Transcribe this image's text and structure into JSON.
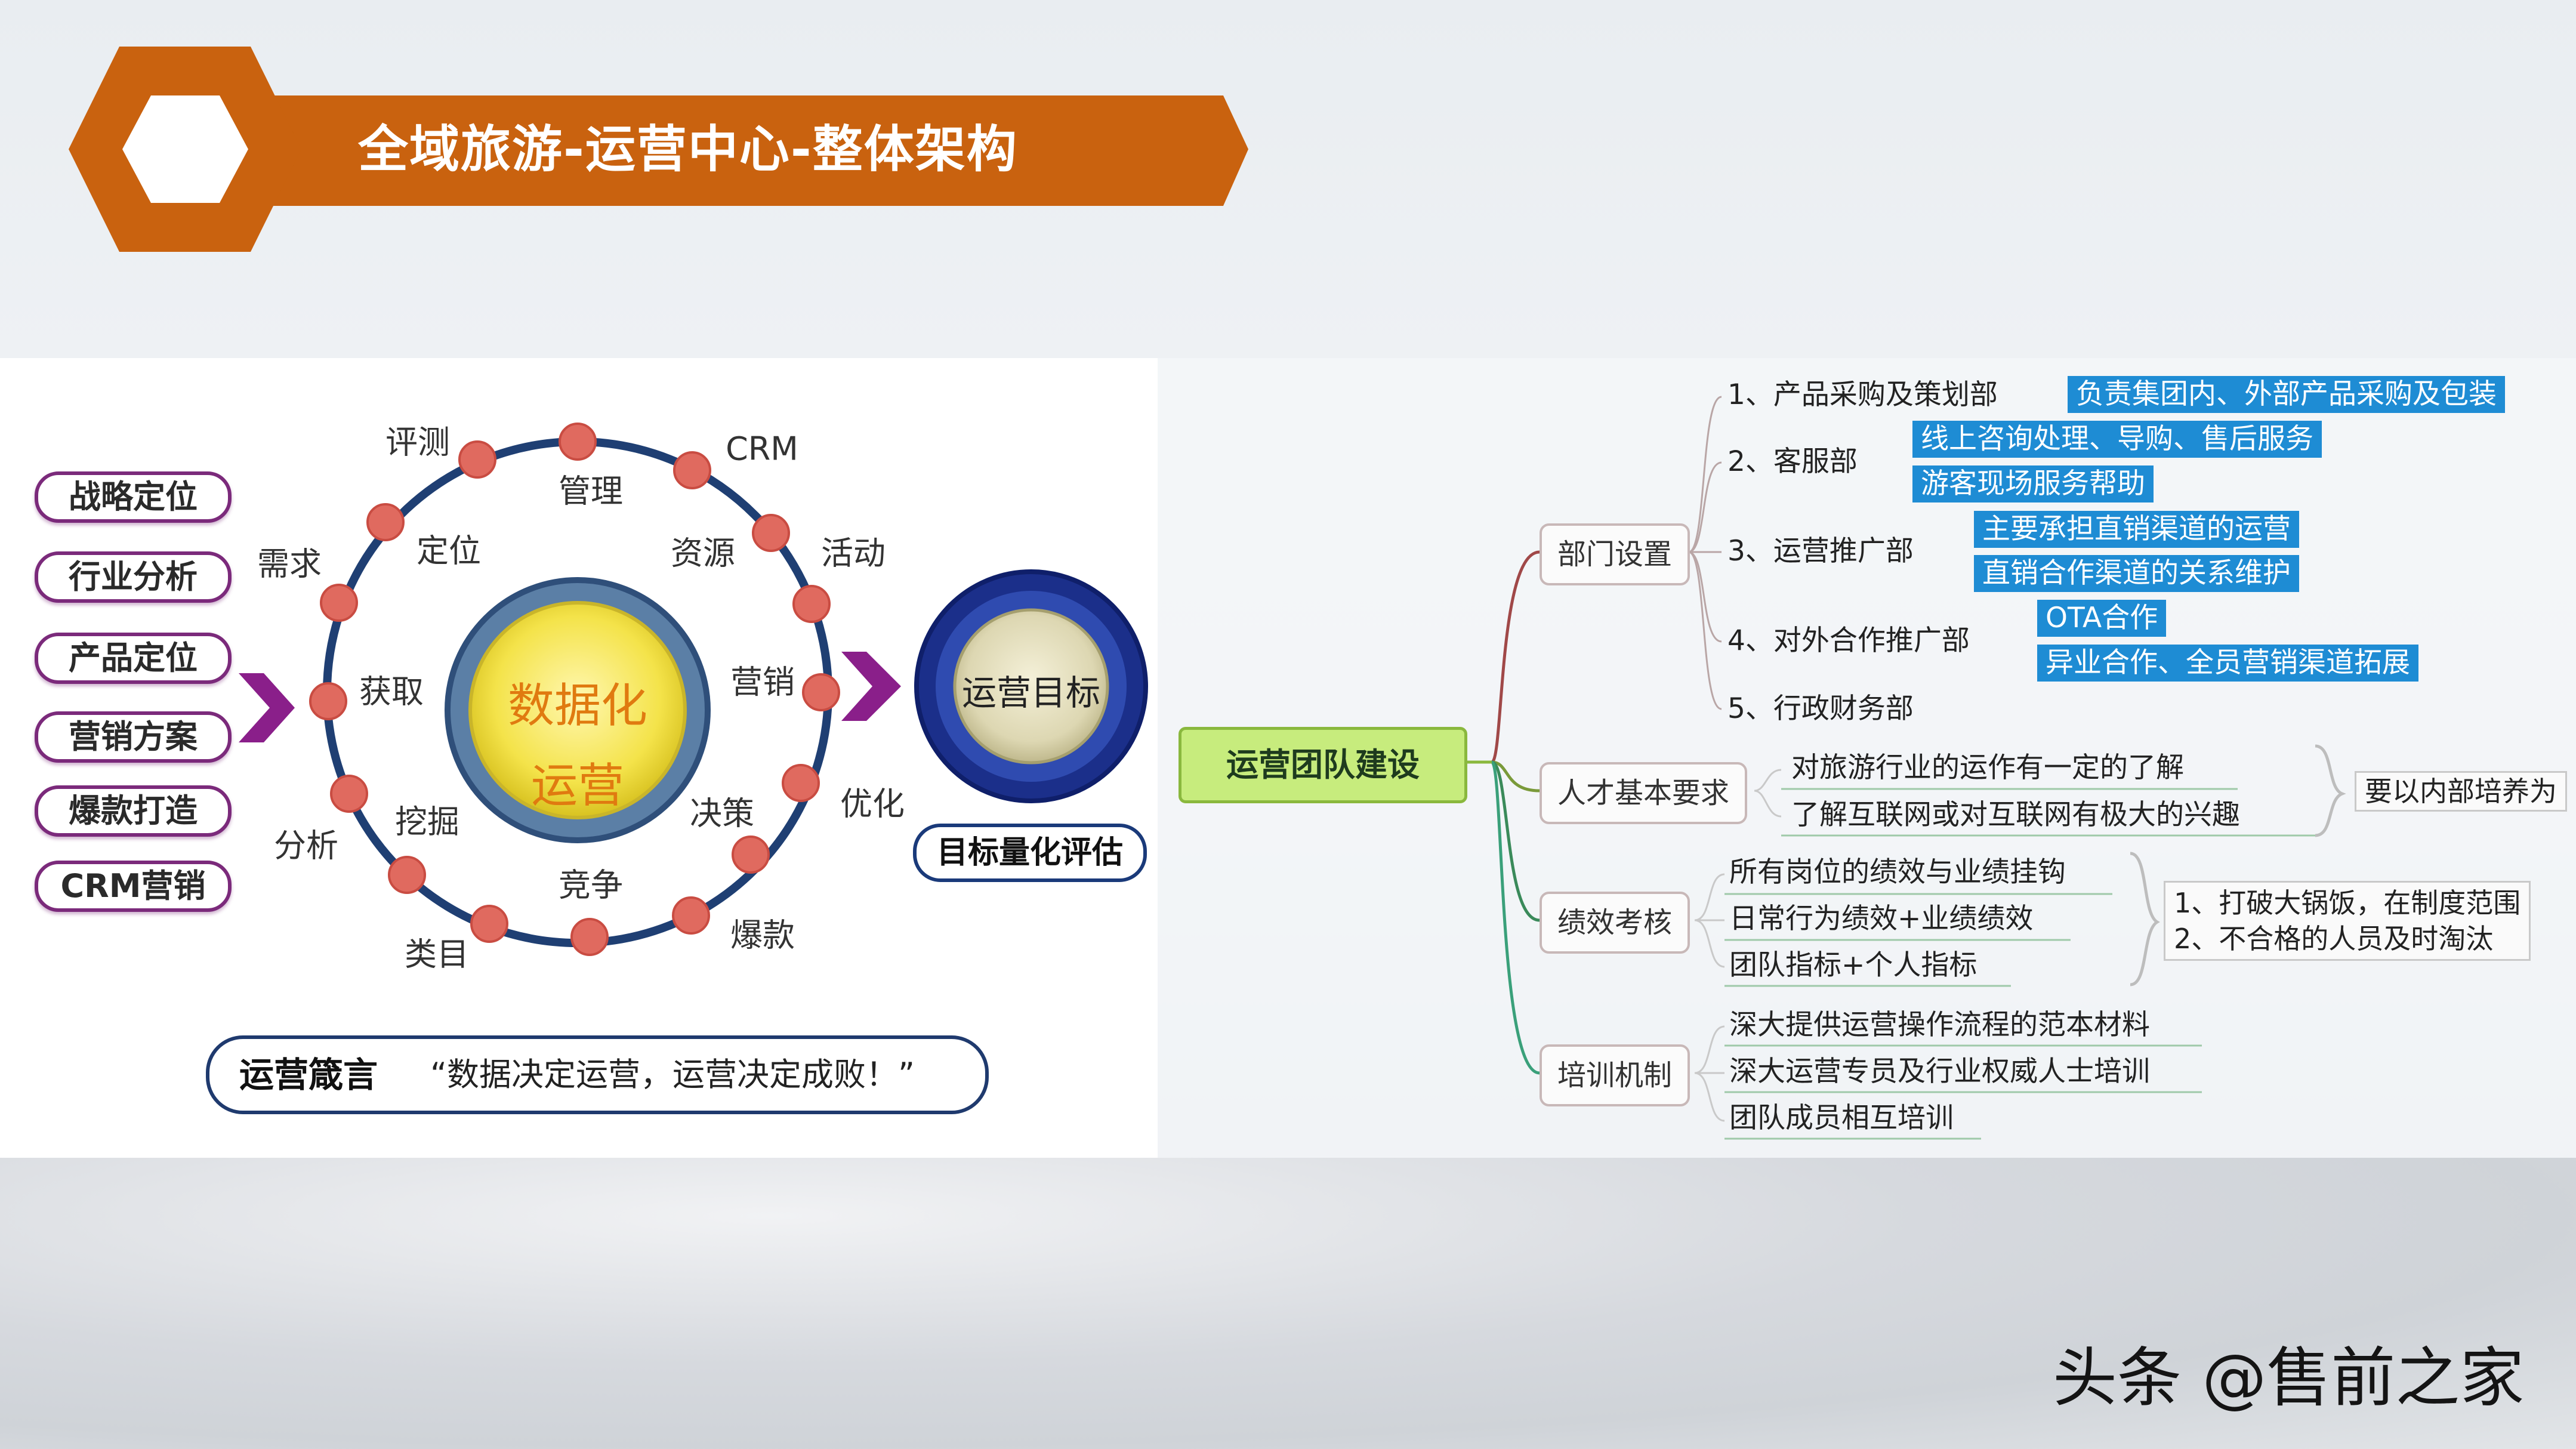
{
  "header": {
    "title": "全域旅游-运营中心-整体架构"
  },
  "left_diagram": {
    "pills": [
      "战略定位",
      "行业分析",
      "产品定位",
      "营销方案",
      "爆款打造",
      "CRM营销"
    ],
    "outer_labels": [
      "评测",
      "CRM",
      "活动",
      "需求",
      "优化",
      "分析",
      "类目",
      "爆款"
    ],
    "inner_labels": [
      "管理",
      "定位",
      "资源",
      "获取",
      "营销",
      "挖掘",
      "决策",
      "竞争"
    ],
    "core": [
      "数据化",
      "运营"
    ],
    "goal": "运营目标",
    "goal_eval": "目标量化评估",
    "motto_label": "运营箴言",
    "motto_quote": "“数据决定运营，运营决定成败！”"
  },
  "mind_map": {
    "root": "运营团队建设",
    "branches": {
      "dept": "部门设置",
      "talent": "人才基本要求",
      "perf": "绩效考核",
      "train": "培训机制"
    },
    "dept_items": [
      "1、产品采购及策划部",
      "2、客服部",
      "3、运营推广部",
      "4、对外合作推广部",
      "5、行政财务部"
    ],
    "dept_details": {
      "d1": [
        "负责集团内、外部产品采购及包装"
      ],
      "d2": [
        "线上咨询处理、导购、售后服务",
        "游客现场服务帮助"
      ],
      "d3": [
        "主要承担直销渠道的运营",
        "直销合作渠道的关系维护"
      ],
      "d4": [
        "OTA合作",
        "异业合作、全员营销渠道拓展"
      ]
    },
    "talent_items": [
      "对旅游行业的运作有一定的了解",
      "了解互联网或对互联网有极大的兴趣"
    ],
    "talent_note": "要以内部培养为",
    "perf_items": [
      "所有岗位的绩效与业绩挂钩",
      "日常行为绩效+业绩绩效",
      "团队指标+个人指标"
    ],
    "perf_notes": [
      "1、打破大锅饭，在制度范围",
      "2、不合格的人员及时淘汰"
    ],
    "train_items": [
      "深大提供运营操作流程的范本材料",
      "深大运营专员及行业权威人士培训",
      "团队成员相互培训"
    ]
  },
  "watermark": "头条 @售前之家",
  "colors": {
    "banner": "#c9620f",
    "ring": "#1f3f73",
    "dot": "#e06a5f",
    "arrow": "#8a1f8a",
    "blue": "#1e8cd4",
    "root": "#c7ec7d"
  }
}
